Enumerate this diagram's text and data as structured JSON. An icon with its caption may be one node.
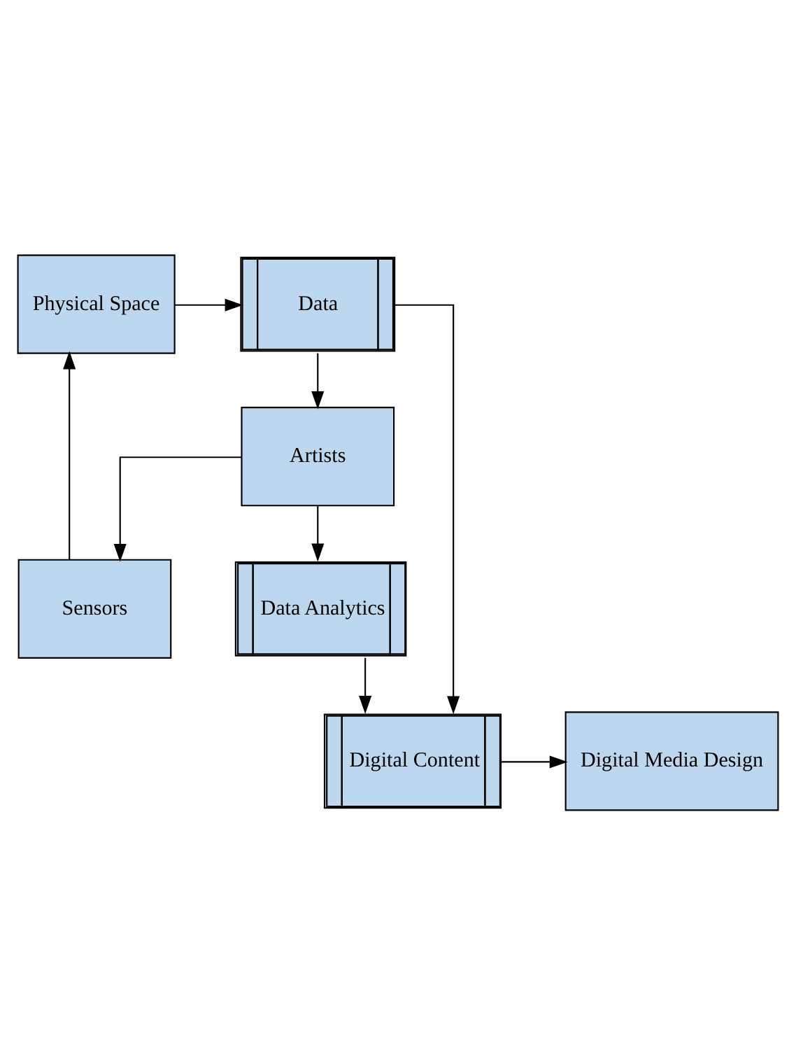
{
  "diagram": {
    "nodes": [
      {
        "text": [
          "Data"
        ]
      },
      {
        "text": [
          "Physical Space"
        ]
      },
      {
        "text": [
          "Sensors"
        ]
      },
      {
        "text": [
          "Artists"
        ]
      },
      {
        "text": [
          "Data Analytics"
        ]
      },
      {
        "text": [
          "Digital Content"
        ]
      },
      {
        "text": [
          "Digital Media Design"
        ]
      }
    ],
    "edges": [
      {
        "from": 1,
        "to": 0,
        "arrow": "to"
      },
      {
        "from": 2,
        "to": 1,
        "arrow": "to"
      },
      {
        "from": 3,
        "to": 2,
        "arrow": "to"
      },
      {
        "from": 0,
        "to": 3,
        "arrow": "to"
      },
      {
        "from": 3,
        "to": 4,
        "arrow": "to"
      },
      {
        "from": 4,
        "to": 5,
        "arrow": "to"
      },
      {
        "from": 0,
        "to": 5,
        "arrow": "to"
      },
      {
        "from": 5,
        "to": 6,
        "arrow": "to"
      }
    ]
  }
}
